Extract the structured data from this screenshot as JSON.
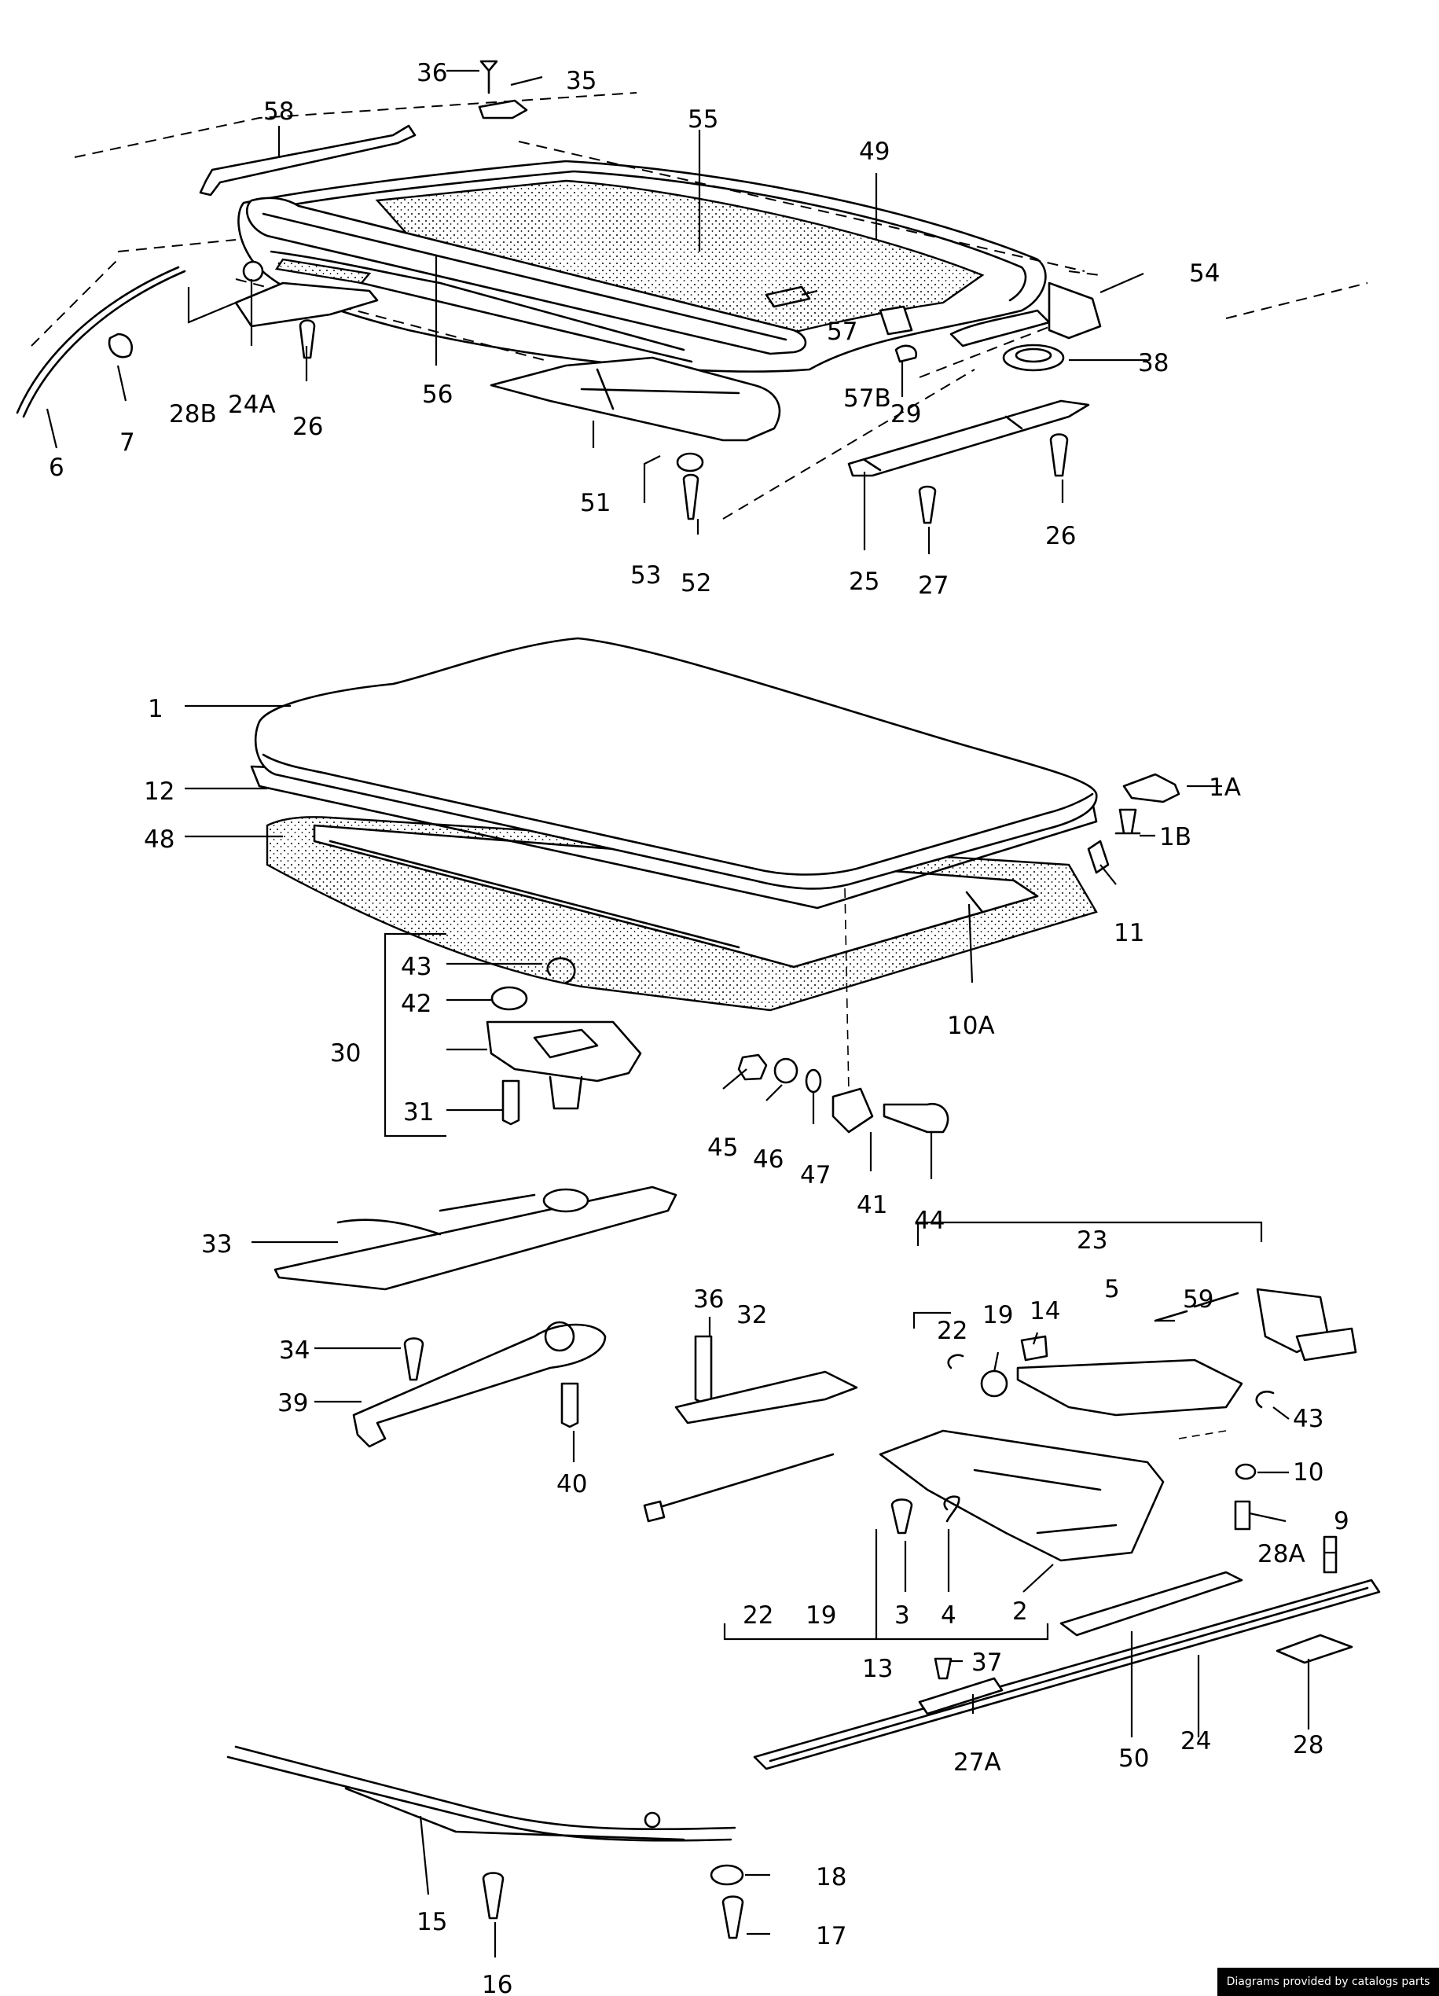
{
  "callouts": {
    "c36_top": "36",
    "c35": "35",
    "c58": "58",
    "c55": "55",
    "c49": "49",
    "c54": "54",
    "c57": "57",
    "c38": "38",
    "c57b": "57B",
    "c29": "29",
    "c28b": "28B",
    "c24a": "24A",
    "c26_left": "26",
    "c56": "56",
    "c6": "6",
    "c7": "7",
    "c51": "51",
    "c53": "53",
    "c52": "52",
    "c25": "25",
    "c27": "27",
    "c26_right": "26",
    "c1": "1",
    "c1a": "1A",
    "c1b": "1B",
    "c12": "12",
    "c48": "48",
    "c11": "11",
    "c10a": "10A",
    "c43_left": "43",
    "c42": "42",
    "c30": "30",
    "c31": "31",
    "c45": "45",
    "c46": "46",
    "c47": "47",
    "c41": "41",
    "c44": "44",
    "c33": "33",
    "c34": "34",
    "c39": "39",
    "c40": "40",
    "c23": "23",
    "c59": "59",
    "c22_top": "22",
    "c19_top": "19",
    "c14": "14",
    "c5": "5",
    "c36_mid": "36",
    "c32": "32",
    "c43_right": "43",
    "c10": "10",
    "c9": "9",
    "c28a": "28A",
    "c22_bot": "22",
    "c19_bot": "19",
    "c3": "3",
    "c4": "4",
    "c2": "2",
    "c13": "13",
    "c37": "37",
    "c27a": "27A",
    "c50": "50",
    "c24": "24",
    "c28": "28",
    "c15": "15",
    "c16": "16",
    "c18": "18",
    "c17": "17"
  },
  "credit": "Diagrams provided by catalogs parts"
}
